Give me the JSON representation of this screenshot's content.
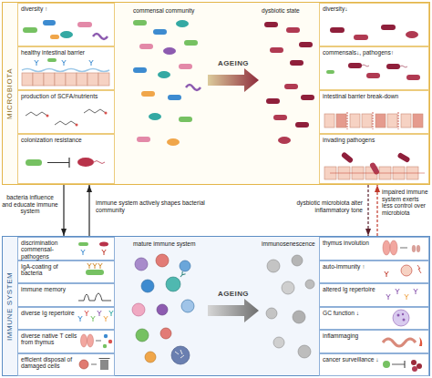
{
  "diagram": {
    "nodes": [
      {
        "text": [
          "MICROBIOTA"
        ]
      },
      {
        "text": [
          "diversity ↑"
        ],
        "in": 0
      },
      {
        "text": [
          "healthy intestinal barrier"
        ],
        "in": 0
      },
      {
        "text": [
          "production of SCFA/nutrients"
        ],
        "in": 0
      },
      {
        "text": [
          "colonization resistance"
        ],
        "in": 0
      },
      {
        "text": [
          "diversity↓"
        ],
        "in": 0
      },
      {
        "text": [
          "commensals↓, pathogens↑"
        ],
        "in": 0
      },
      {
        "text": [
          "intestinal barrier break-down"
        ],
        "in": 0
      },
      {
        "text": [
          "invading pathogens"
        ],
        "in": 0
      },
      {
        "text": [
          "IMMUNE SYSTEM"
        ]
      },
      {
        "text": [
          "discrimination commensal-pathogens"
        ],
        "in": 9
      },
      {
        "text": [
          "IgA-coating of bacteria"
        ],
        "in": 9
      },
      {
        "text": [
          "immune memory"
        ],
        "in": 9
      },
      {
        "text": [
          "diverse Ig repertoire"
        ],
        "in": 9
      },
      {
        "text": [
          "diverse native T cells from thymus"
        ],
        "in": 9
      },
      {
        "text": [
          "efficient disposal of damaged cells"
        ],
        "in": 9
      },
      {
        "text": [
          "thymus involution"
        ],
        "in": 9
      },
      {
        "text": [
          "auto-immunity ↑"
        ],
        "in": 9
      },
      {
        "text": [
          "altered Ig repertoire"
        ],
        "in": 9
      },
      {
        "text": [
          "GC function ↓"
        ],
        "in": 9
      },
      {
        "text": [
          "inflammaging"
        ],
        "in": 9
      },
      {
        "text": [
          "cancer surveillance ↓"
        ],
        "in": 9
      }
    ],
    "edges": [
      {
        "from": 0,
        "to": 9,
        "arrow": "to",
        "label": "bacteria influence and educate immune system"
      },
      {
        "from": 9,
        "to": 0,
        "arrow": "to",
        "label": "immune system actively shapes bacterial community"
      },
      {
        "from": 0,
        "to": 9,
        "arrow": "to",
        "label": "dysbiotic microbiota alter inflammatory tone"
      },
      {
        "from": 9,
        "to": 0,
        "arrow": "to",
        "label": "impaired immune system exerts less control over microbiota"
      }
    ],
    "labels": [
      "commensal community",
      "AGEING",
      "dysbiotic state",
      "mature immune system",
      "AGEING",
      "immunosenescence"
    ]
  }
}
